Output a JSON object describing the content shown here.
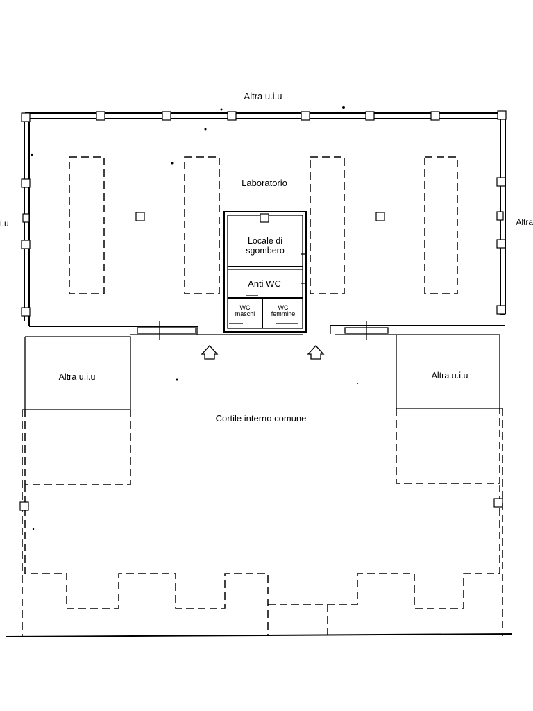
{
  "labels": {
    "altra_top": "Altra u.i.u",
    "altra_left_edge": "i.u",
    "altra_right_edge": "Altra",
    "laboratorio": "Laboratorio",
    "locale_line1": "Locale di",
    "locale_line2": "sgombero",
    "anti_wc": "Anti WC",
    "wc_maschi_line1": "WC",
    "wc_maschi_line2": "maschi",
    "wc_femmine_line1": "WC",
    "wc_femmine_line2": "femmine",
    "altra_bottom_left": "Altra u.i.u",
    "altra_bottom_right": "Altra u.i.u",
    "cortile": "Cortile interno comune"
  }
}
